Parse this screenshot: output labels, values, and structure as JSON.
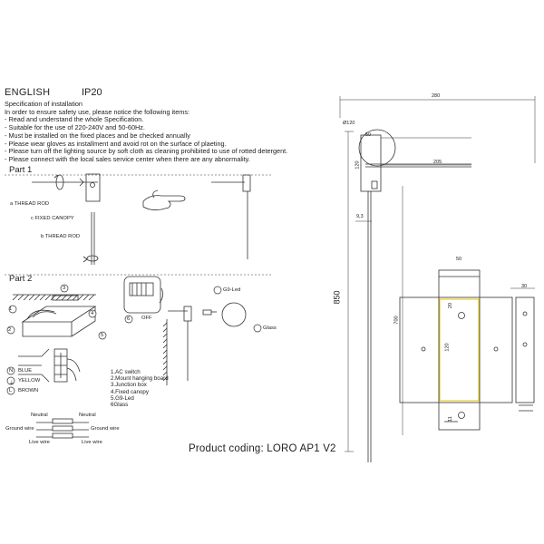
{
  "header": {
    "language": "ENGLISH",
    "ip_rating": "IP20"
  },
  "spec": {
    "title": "Specification of installation",
    "intro": "In order to ensure safety use, please notice the following items:",
    "items": [
      "- Read and understand the whole Specification.",
      "- Suitable for the use of 220-240V and 50-60Hz.",
      "- Must be installed on the fixed places and be checked annually",
      "- Please wear gloves as installment and avoid rot on the surface of plaeting.",
      "- Please turn off the lighting source by soft cloth as cleaning prohibited to use of rotted detergent.",
      "- Please connect with the local sales service center when there are any abnormality."
    ]
  },
  "part1": {
    "title": "Part 1",
    "labels": {
      "a": "a THREAD ROD",
      "c": "c FIXED CANOPY",
      "b": "b THREAD ROD"
    }
  },
  "part2": {
    "title": "Part 2",
    "off": "OFF",
    "g9_label": "G9-Led",
    "glass_label": "Glass",
    "wire_colors": {
      "n": "BLUE",
      "y": "YELLOW",
      "l": "BROWN"
    },
    "wire_letters": {
      "n": "N",
      "y": "⏚",
      "l": "L"
    },
    "wiring": {
      "neutral": "Neutral",
      "ground": "Ground wire",
      "live": "Live wire"
    },
    "callouts": [
      "1",
      "2",
      "3",
      "4",
      "5",
      "6"
    ],
    "legend": [
      "1.AC switch",
      "2.Mount hanging board",
      "3.Junction box",
      "4.Fixed canopy",
      "5.G9-Led",
      "6Glass"
    ]
  },
  "drawing": {
    "dims": {
      "width_total": "280",
      "diameter": "Ø120",
      "arm_offset": "50",
      "arm_length": "205",
      "depth_small": "120",
      "rod_dia": "9,3",
      "height_total": "850",
      "rod_height": "700",
      "plate_width": "50",
      "plate_depth": "30",
      "hole_offset": "20",
      "plate_height": "120",
      "hole_bottom": "11"
    }
  },
  "footer": {
    "product_coding": "Product coding: LORO AP1 V2"
  }
}
